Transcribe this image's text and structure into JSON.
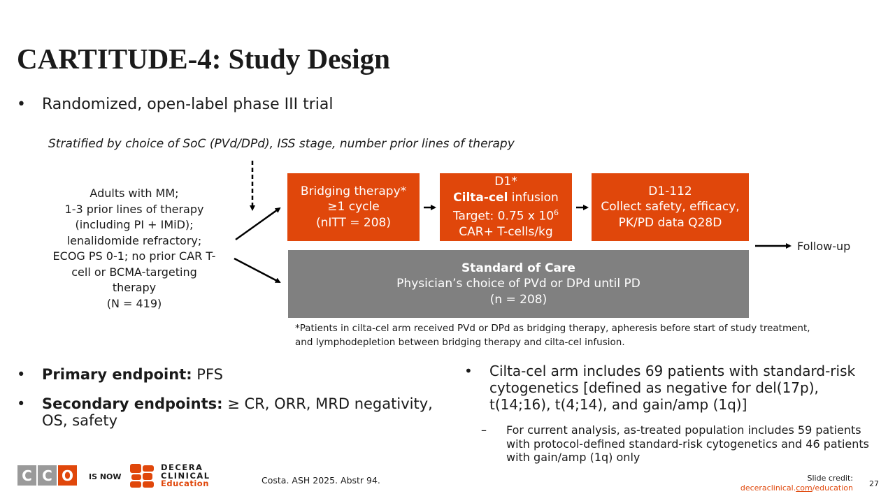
{
  "title": "CARTITUDE-4: Study Design",
  "bullet_top": "Randomized, open-label phase III trial",
  "stratified": "Stratified by choice of SoC (PVd/DPd), ISS stage, number prior lines of therapy",
  "population": {
    "lines": [
      "Adults with MM;",
      "1-3 prior lines of therapy",
      "(including PI + IMiD);",
      "lenalidomide refractory;",
      "ECOG PS 0-1; no prior CAR T-",
      "cell or BCMA-targeting",
      "therapy",
      "(N = 419)"
    ]
  },
  "arm_cilta": {
    "bridging": {
      "line1": "Bridging therapy*",
      "line2": "≥1 cycle",
      "line3": "(nITT = 208)"
    },
    "infusion": {
      "line1": "D1*",
      "bold": "Cilta-cel",
      "rest": " infusion",
      "line3_pre": "Target: 0.75 x 10",
      "line3_sup": "6",
      "line4": "CAR+ T-cells/kg"
    },
    "followup_box": {
      "line1": "D1-112",
      "line2": "Collect safety, efficacy,",
      "line3": "PK/PD data Q28D"
    }
  },
  "arm_soc": {
    "title": "Standard of Care",
    "line2": "Physician’s choice of PVd or DPd until PD",
    "line3": "(n = 208)"
  },
  "followup": "Follow-up",
  "footnote": "*Patients in cilta-cel arm received PVd or DPd as bridging therapy, apheresis before start of study treatment, and lymphodepletion between bridging therapy and cilta-cel infusion.",
  "endpoints": {
    "primary_label": "Primary endpoint:",
    "primary_value": " PFS",
    "secondary_label": "Secondary endpoints:",
    "secondary_value": " ≥ CR, ORR, MRD negativity, OS, safety"
  },
  "right_bullet": "Cilta-cel arm includes 69 patients with standard-risk cytogenetics [defined as negative for del(17p), t(14;16), t(4;14), and gain/amp (1q)]",
  "right_sub": "For current analysis, as-treated population includes 59 patients with protocol-defined standard-risk cytogenetics and 46 patients with gain/amp (1q) only",
  "footer": {
    "cco_letters": [
      "C",
      "C",
      "O"
    ],
    "is_now": "IS NOW",
    "decera_line1": "DECERA",
    "decera_line2": "CLINICAL",
    "decera_line3": "Education",
    "citation": "Costa. ASH 2025. Abstr 94.",
    "credit_label": "Slide credit:",
    "credit_url_a": "deceraclinical.",
    "credit_url_b": "com",
    "credit_url_c": "/education",
    "page": "27"
  },
  "colors": {
    "accent": "#e0470b",
    "soc_gray": "#808080",
    "text": "#1a1a1a"
  }
}
